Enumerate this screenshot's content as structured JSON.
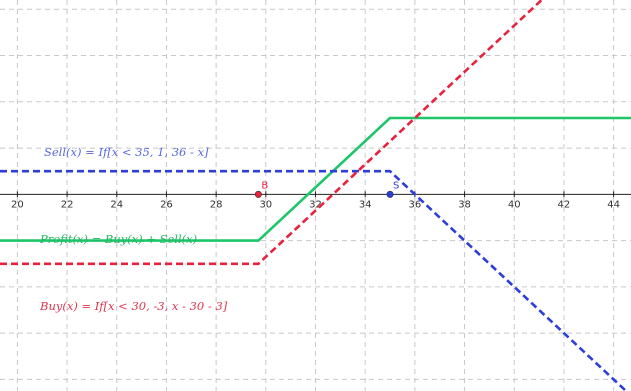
{
  "chart_data": {
    "type": "line",
    "xlim": [
      19.3,
      44.7
    ],
    "ylim": [
      -8.5,
      8.4
    ],
    "grid": true,
    "x_ticks": [
      20,
      22,
      24,
      26,
      28,
      30,
      32,
      34,
      36,
      38,
      40,
      42,
      44
    ],
    "series": [
      {
        "name": "Buy(x) = If[x < 30, -3, x - 30 - 3]",
        "color": "#e8213c",
        "dash": true,
        "points": [
          [
            19.3,
            -3
          ],
          [
            29.7,
            -3
          ],
          [
            44.7,
            12
          ]
        ]
      },
      {
        "name": "Sell(x) = If[x < 35, 1, 36 - x]",
        "color": "#2b3ddb",
        "dash": true,
        "points": [
          [
            19.3,
            1
          ],
          [
            35,
            1
          ],
          [
            44.7,
            -8.7
          ]
        ]
      },
      {
        "name": "Profit(x) = Buy(x) + Sell(x)",
        "color": "#1ec66a",
        "dash": false,
        "points": [
          [
            19.3,
            -2
          ],
          [
            29.7,
            -2
          ],
          [
            35,
            3.3
          ],
          [
            44.7,
            3.3
          ]
        ]
      }
    ],
    "points": [
      {
        "label": "B",
        "x": 29.7,
        "y": 0,
        "color": "#e8213c"
      },
      {
        "label": "S",
        "x": 35,
        "y": 0,
        "color": "#2b3ddb"
      }
    ]
  }
}
